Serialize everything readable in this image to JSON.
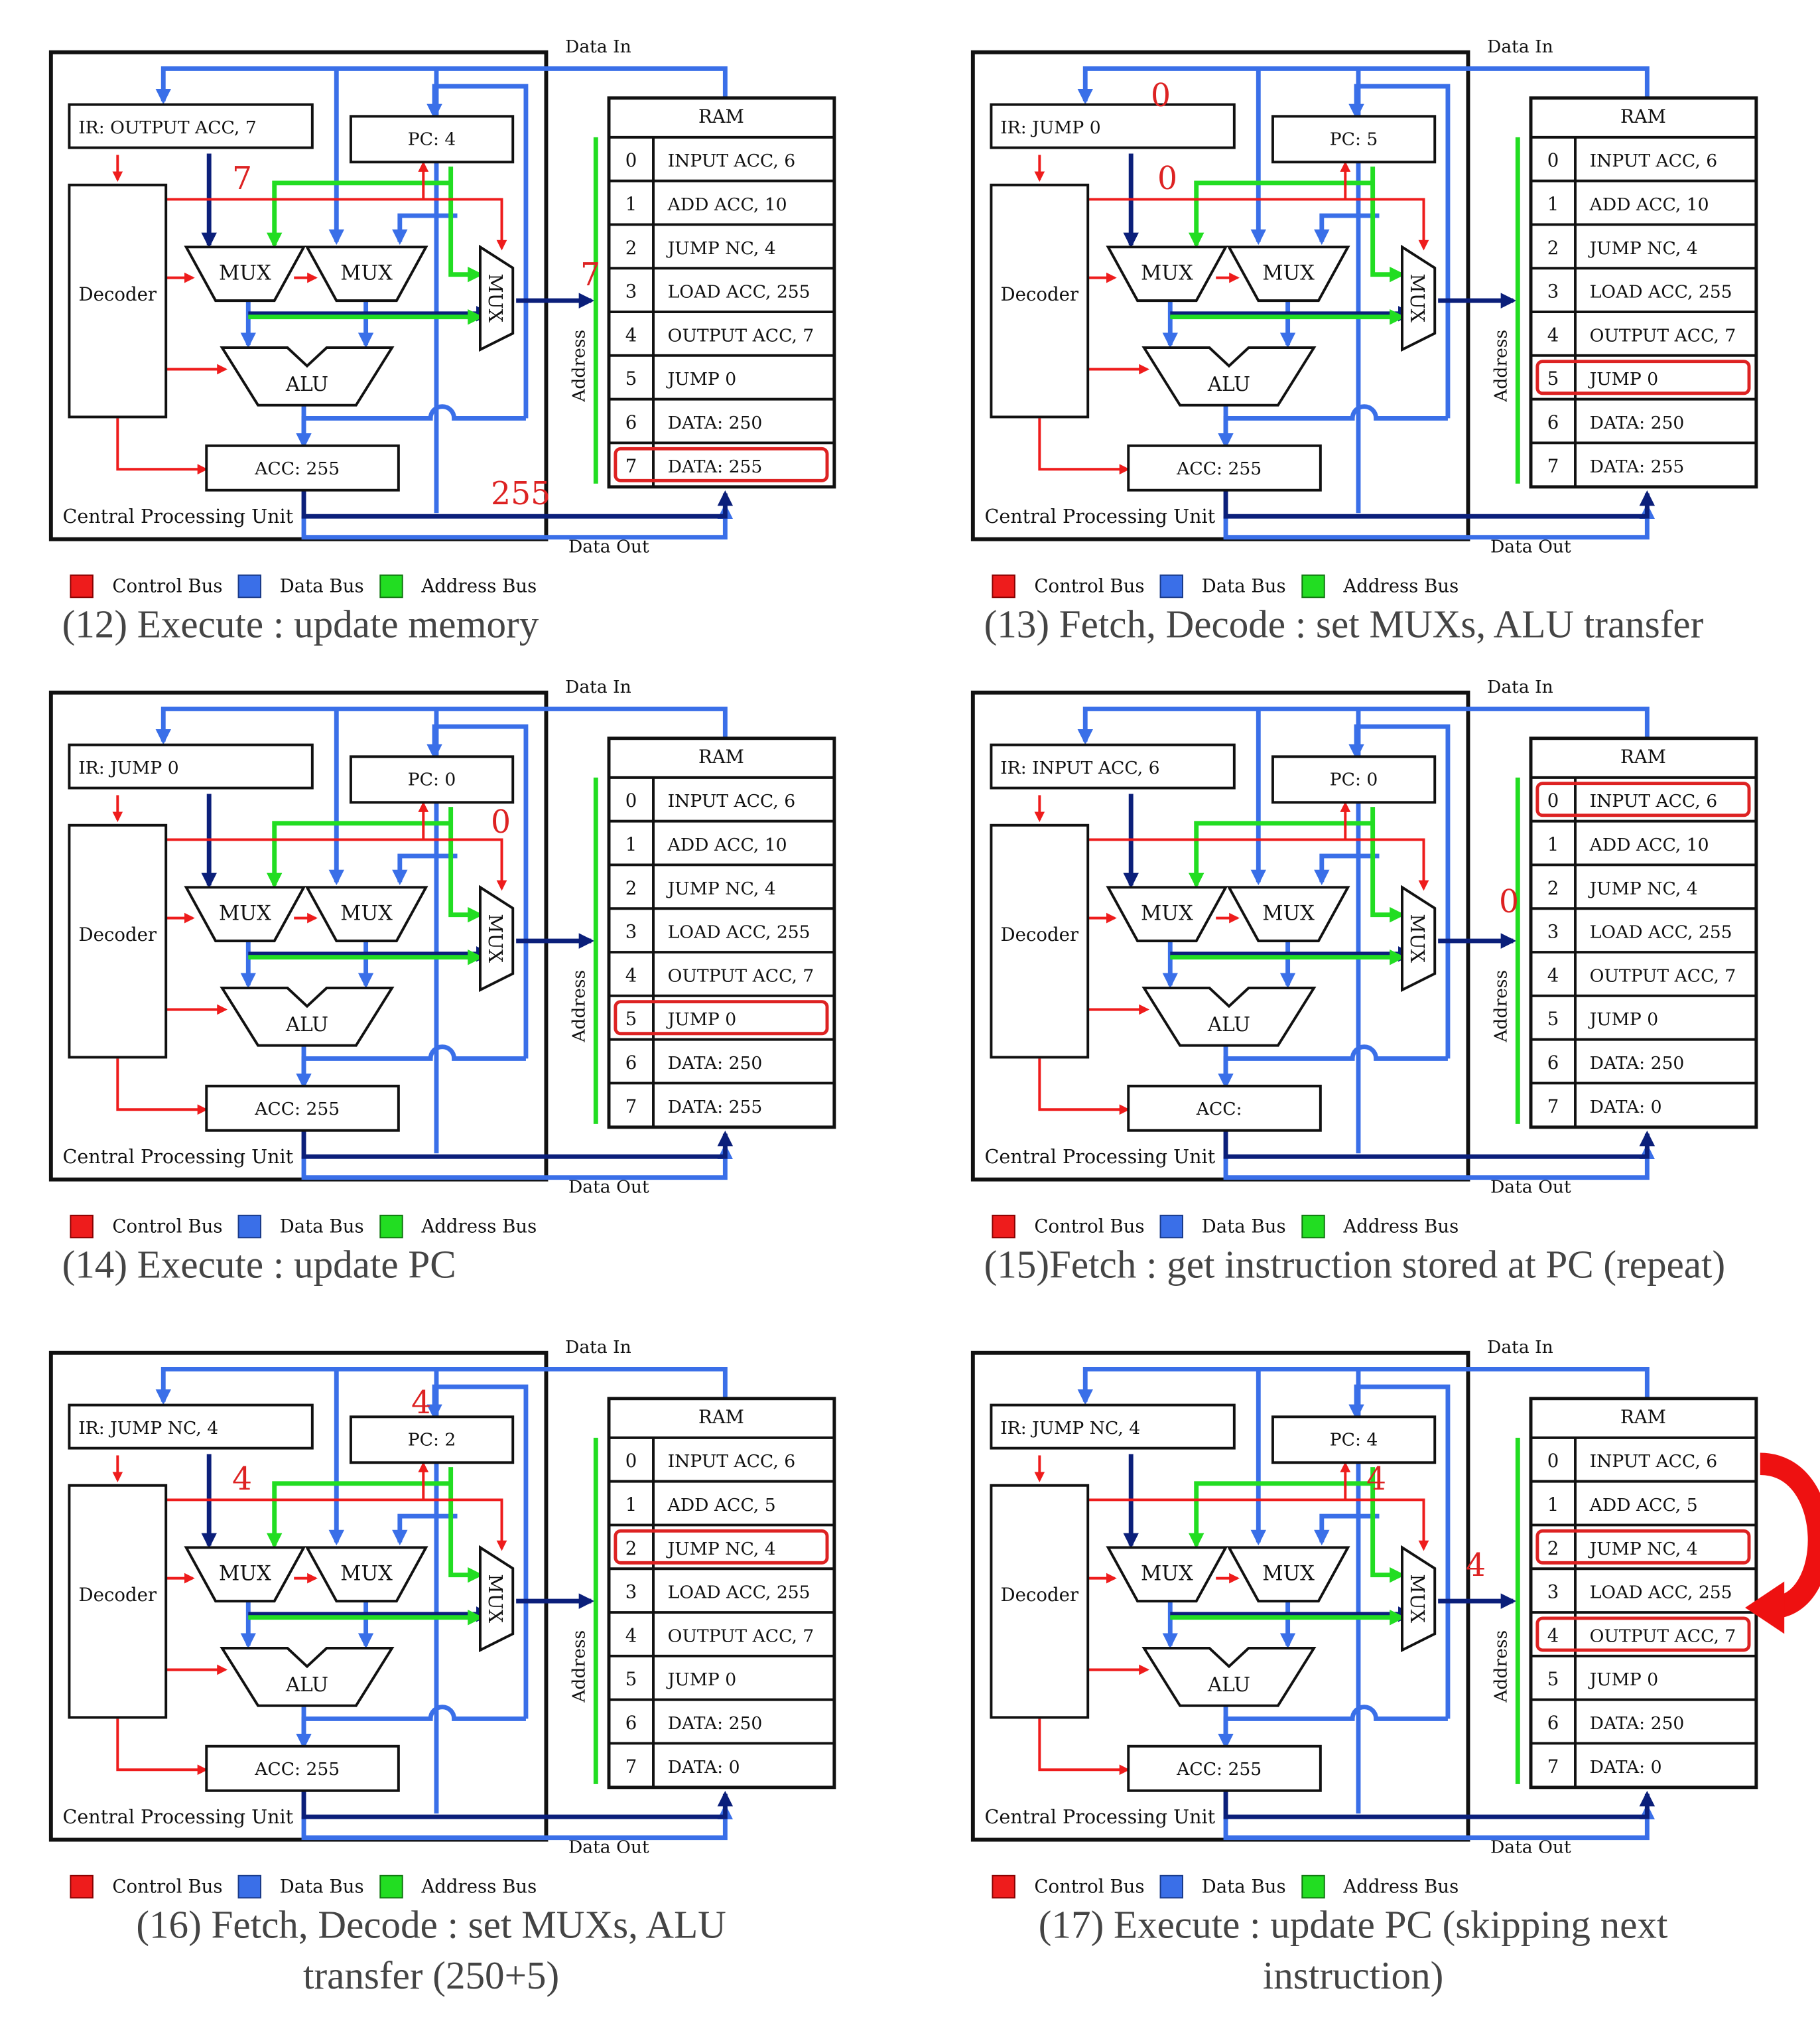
{
  "colors": {
    "control_bus": "#ee1c1c",
    "data_bus": "#3a6fe8",
    "address_bus": "#22dd22",
    "dark_bus": "#0b1f7a",
    "value_label": "#dd2222",
    "outline": "#111111"
  },
  "labels": {
    "data_in": "Data In",
    "data_out": "Data Out",
    "ram": "RAM",
    "address": "Address",
    "decoder": "Decoder",
    "mux": "MUX",
    "alu": "ALU",
    "cpu": "Central Processing Unit"
  },
  "legend": {
    "control": "Control Bus",
    "data": "Data Bus",
    "address": "Address Bus"
  },
  "panels": [
    {
      "caption": "(12) Execute : update memory",
      "ir": "IR: OUTPUT ACC, 7",
      "pc": "PC: 4",
      "acc": "ACC: 255",
      "ram": [
        "INPUT ACC, 6",
        "ADD ACC, 10",
        "JUMP NC, 4",
        "LOAD ACC, 255",
        "OUTPUT ACC, 7",
        "JUMP 0",
        "DATA: 250",
        "DATA: 255"
      ],
      "highlight_rows": [
        7
      ],
      "values": [
        "7",
        "7",
        "255"
      ]
    },
    {
      "caption": "(13) Fetch, Decode : set MUXs, ALU transfer",
      "ir": "IR: JUMP 0",
      "pc": "PC: 5",
      "acc": "ACC: 255",
      "ram": [
        "INPUT ACC, 6",
        "ADD ACC, 10",
        "JUMP NC, 4",
        "LOAD ACC, 255",
        "OUTPUT ACC, 7",
        "JUMP 0",
        "DATA: 250",
        "DATA: 255"
      ],
      "highlight_rows": [
        5
      ],
      "values": [
        "0",
        "0"
      ]
    },
    {
      "caption": "(14) Execute : update PC",
      "ir": "IR: JUMP 0",
      "pc": "PC: 0",
      "acc": "ACC: 255",
      "ram": [
        "INPUT ACC, 6",
        "ADD ACC, 10",
        "JUMP NC, 4",
        "LOAD ACC, 255",
        "OUTPUT ACC, 7",
        "JUMP 0",
        "DATA: 250",
        "DATA: 255"
      ],
      "highlight_rows": [
        5
      ],
      "values": [
        "0"
      ]
    },
    {
      "caption": "(15)Fetch : get instruction stored at PC (repeat)",
      "ir": "IR: INPUT ACC, 6",
      "pc": "PC: 0",
      "acc": "ACC:",
      "ram": [
        "INPUT ACC, 6",
        "ADD ACC, 10",
        "JUMP NC, 4",
        "LOAD ACC, 255",
        "OUTPUT ACC, 7",
        "JUMP 0",
        "DATA: 250",
        "DATA: 0"
      ],
      "highlight_rows": [
        0
      ],
      "values": [
        "0"
      ]
    },
    {
      "caption": "(16) Fetch, Decode : set MUXs, ALU transfer (250+5)",
      "caption_lines": [
        "(16) Fetch, Decode : set MUXs, ALU",
        "transfer (250+5)"
      ],
      "ir": "IR: JUMP NC, 4",
      "pc": "PC: 2",
      "acc": "ACC: 255",
      "ram": [
        "INPUT ACC, 6",
        "ADD ACC, 5",
        "JUMP NC, 4",
        "LOAD ACC, 255",
        "OUTPUT ACC, 7",
        "JUMP 0",
        "DATA: 250",
        "DATA: 0"
      ],
      "highlight_rows": [
        2
      ],
      "values": [
        "4",
        "4"
      ]
    },
    {
      "caption": "(17) Execute : update PC (skipping next instruction)",
      "caption_lines": [
        "(17) Execute : update PC (skipping next",
        "instruction)"
      ],
      "ir": "IR: JUMP NC, 4",
      "pc": "PC: 4",
      "acc": "ACC: 255",
      "ram": [
        "INPUT ACC, 6",
        "ADD ACC, 5",
        "JUMP NC, 4",
        "LOAD ACC, 255",
        "OUTPUT ACC, 7",
        "JUMP 0",
        "DATA: 250",
        "DATA: 0"
      ],
      "highlight_rows": [
        2,
        4
      ],
      "values": [
        "4",
        "4"
      ]
    }
  ]
}
